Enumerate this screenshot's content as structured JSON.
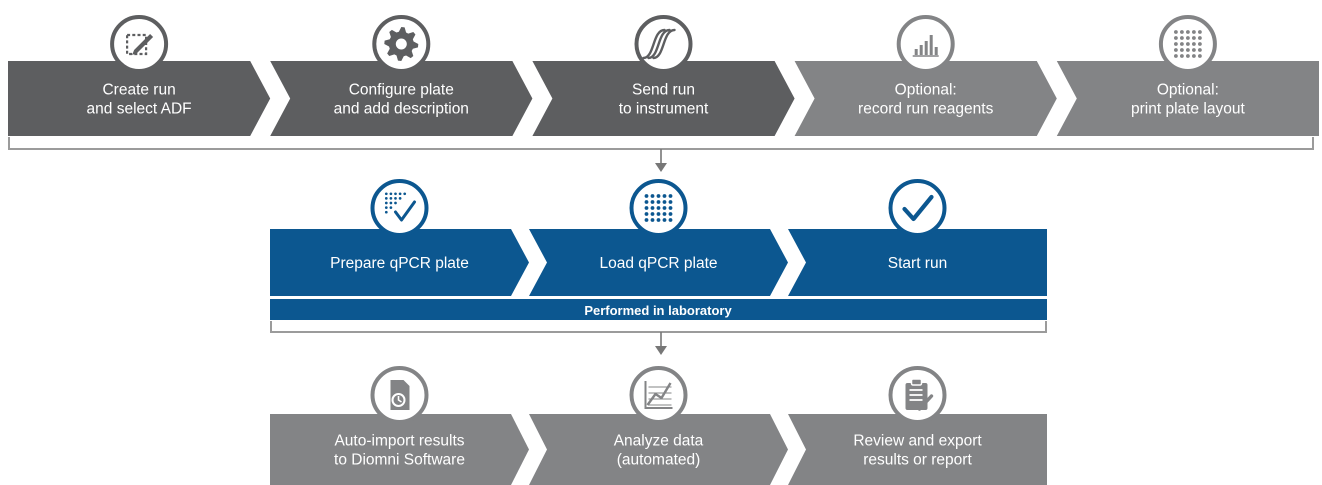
{
  "row1": {
    "steps": [
      {
        "icon": "edit-selection-icon",
        "lines": [
          "Create run",
          "and select ADF"
        ],
        "optional": false
      },
      {
        "icon": "gear-icon",
        "lines": [
          "Configure plate",
          "and add description"
        ],
        "optional": false
      },
      {
        "icon": "amplification-curve-icon",
        "lines": [
          "Send run",
          "to instrument"
        ],
        "optional": false
      },
      {
        "icon": "bar-chart-icon",
        "lines": [
          "Optional:",
          "record run reagents"
        ],
        "optional": true
      },
      {
        "icon": "plate-grid-icon",
        "lines": [
          "Optional:",
          "print plate layout"
        ],
        "optional": true
      }
    ]
  },
  "row2": {
    "steps": [
      {
        "icon": "plate-check-icon",
        "lines": [
          "Prepare qPCR plate"
        ]
      },
      {
        "icon": "plate-grid-icon",
        "lines": [
          "Load qPCR plate"
        ]
      },
      {
        "icon": "checkmark-icon",
        "lines": [
          "Start run"
        ]
      }
    ],
    "band_label": "Performed in laboratory"
  },
  "row3": {
    "steps": [
      {
        "icon": "file-import-icon",
        "lines": [
          "Auto-import results",
          "to Diomni Software"
        ]
      },
      {
        "icon": "chart-analysis-icon",
        "lines": [
          "Analyze data",
          "(automated)"
        ]
      },
      {
        "icon": "clipboard-review-icon",
        "lines": [
          "Review and export",
          "results or report"
        ]
      }
    ]
  },
  "colors": {
    "dark_gray": "#5d5e60",
    "light_gray": "#838486",
    "blue": "#0c5790",
    "bracket": "#9b9b9b",
    "circle_fill": "#ffffff"
  }
}
